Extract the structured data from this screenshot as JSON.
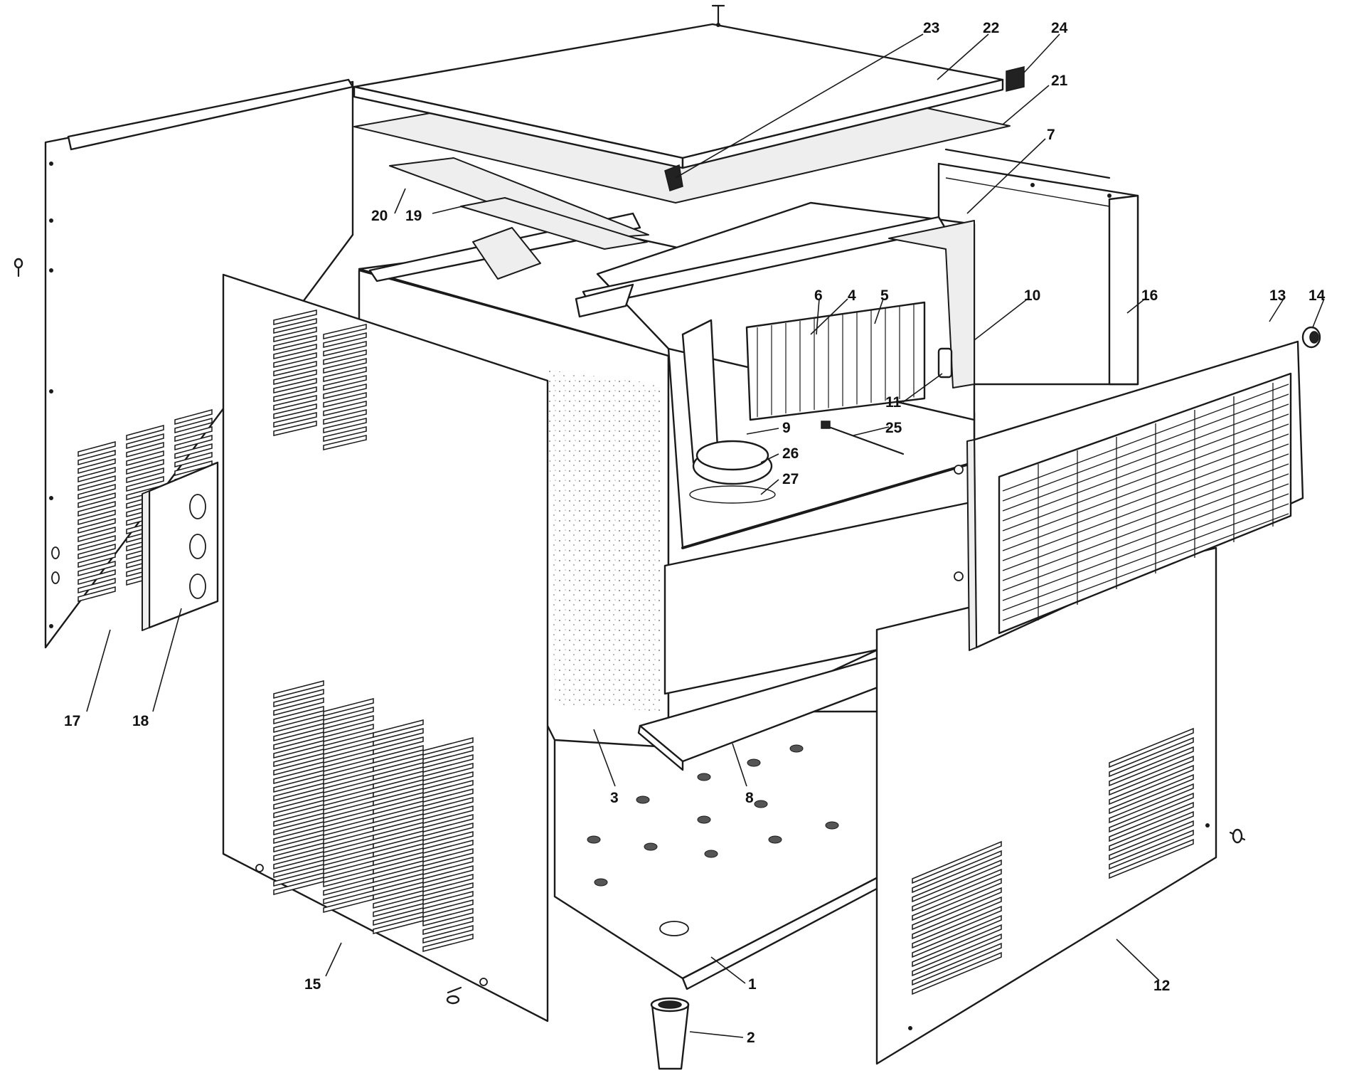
{
  "callouts": {
    "p1": "1",
    "p2": "2",
    "p3": "3",
    "p4": "4",
    "p5": "5",
    "p6": "6",
    "p7": "7",
    "p8": "8",
    "p9": "9",
    "p10": "10",
    "p11": "11",
    "p12": "12",
    "p13": "13",
    "p14": "14",
    "p15": "15",
    "p16": "16",
    "p17": "17",
    "p18": "18",
    "p19": "19",
    "p20": "20",
    "p21": "21",
    "p22": "22",
    "p23": "23",
    "p24": "24",
    "p25": "25",
    "p26": "26",
    "p27": "27"
  }
}
